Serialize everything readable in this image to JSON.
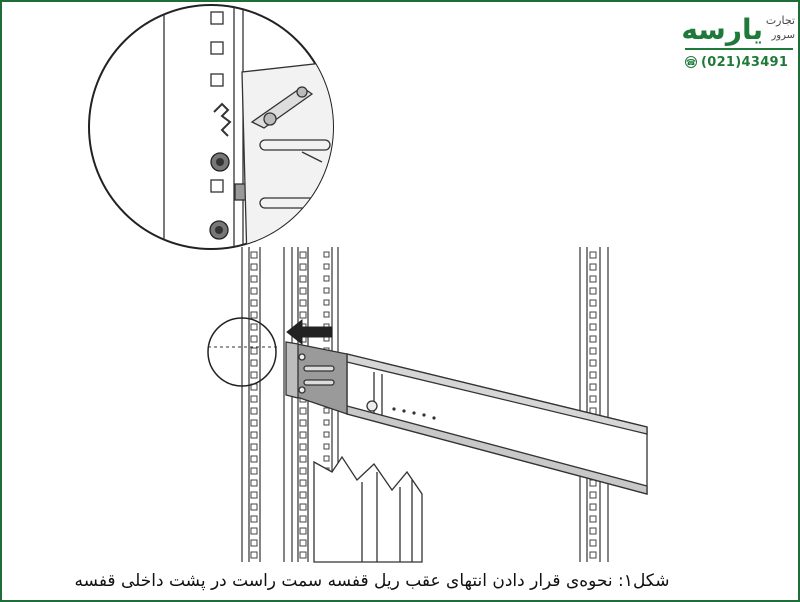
{
  "logo": {
    "brand": "یارسه",
    "top_text": "تجارت",
    "bottom_text": "سرور",
    "phone_icon": "phone-icon",
    "phone": "(021)43491",
    "color": "#1f7a3a"
  },
  "caption": "شکل۱: نحوه‌ی قرار دادن انتهای عقب ریل قفسه سمت راست در پشت داخلی قفسه",
  "colors": {
    "frame_border": "#1f6e3a",
    "line": "#333333",
    "rail_fill": "#c8c8c8",
    "bracket_fill": "#9a9a9a"
  }
}
